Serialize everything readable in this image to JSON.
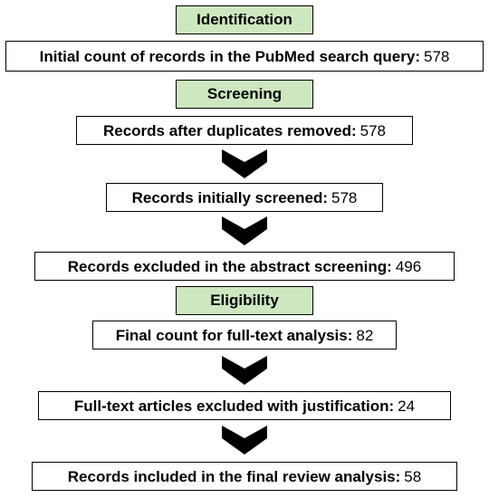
{
  "colors": {
    "stage_fill": "#cde8c0",
    "border": "#000000",
    "arrow": "#000000"
  },
  "stages": {
    "identification": "Identification",
    "screening": "Screening",
    "eligibility": "Eligibility"
  },
  "boxes": {
    "initial": {
      "label": "Initial count of records in the PubMed search query:",
      "value": "578"
    },
    "duplicates": {
      "label": "Records after duplicates removed:",
      "value": "578"
    },
    "screened": {
      "label": "Records initially screened:",
      "value": "578"
    },
    "excluded_abstract": {
      "label": "Records excluded in the abstract screening:",
      "value": "496"
    },
    "fulltext": {
      "label": "Final count for full-text analysis:",
      "value": "82"
    },
    "excluded_fulltext": {
      "label": "Full-text articles excluded with justification:",
      "value": "24"
    },
    "included": {
      "label": "Records included in the final review analysis:",
      "value": "58"
    }
  },
  "arrows": [
    "chevron-down-icon",
    "chevron-down-icon",
    "chevron-down-icon",
    "chevron-down-icon"
  ]
}
